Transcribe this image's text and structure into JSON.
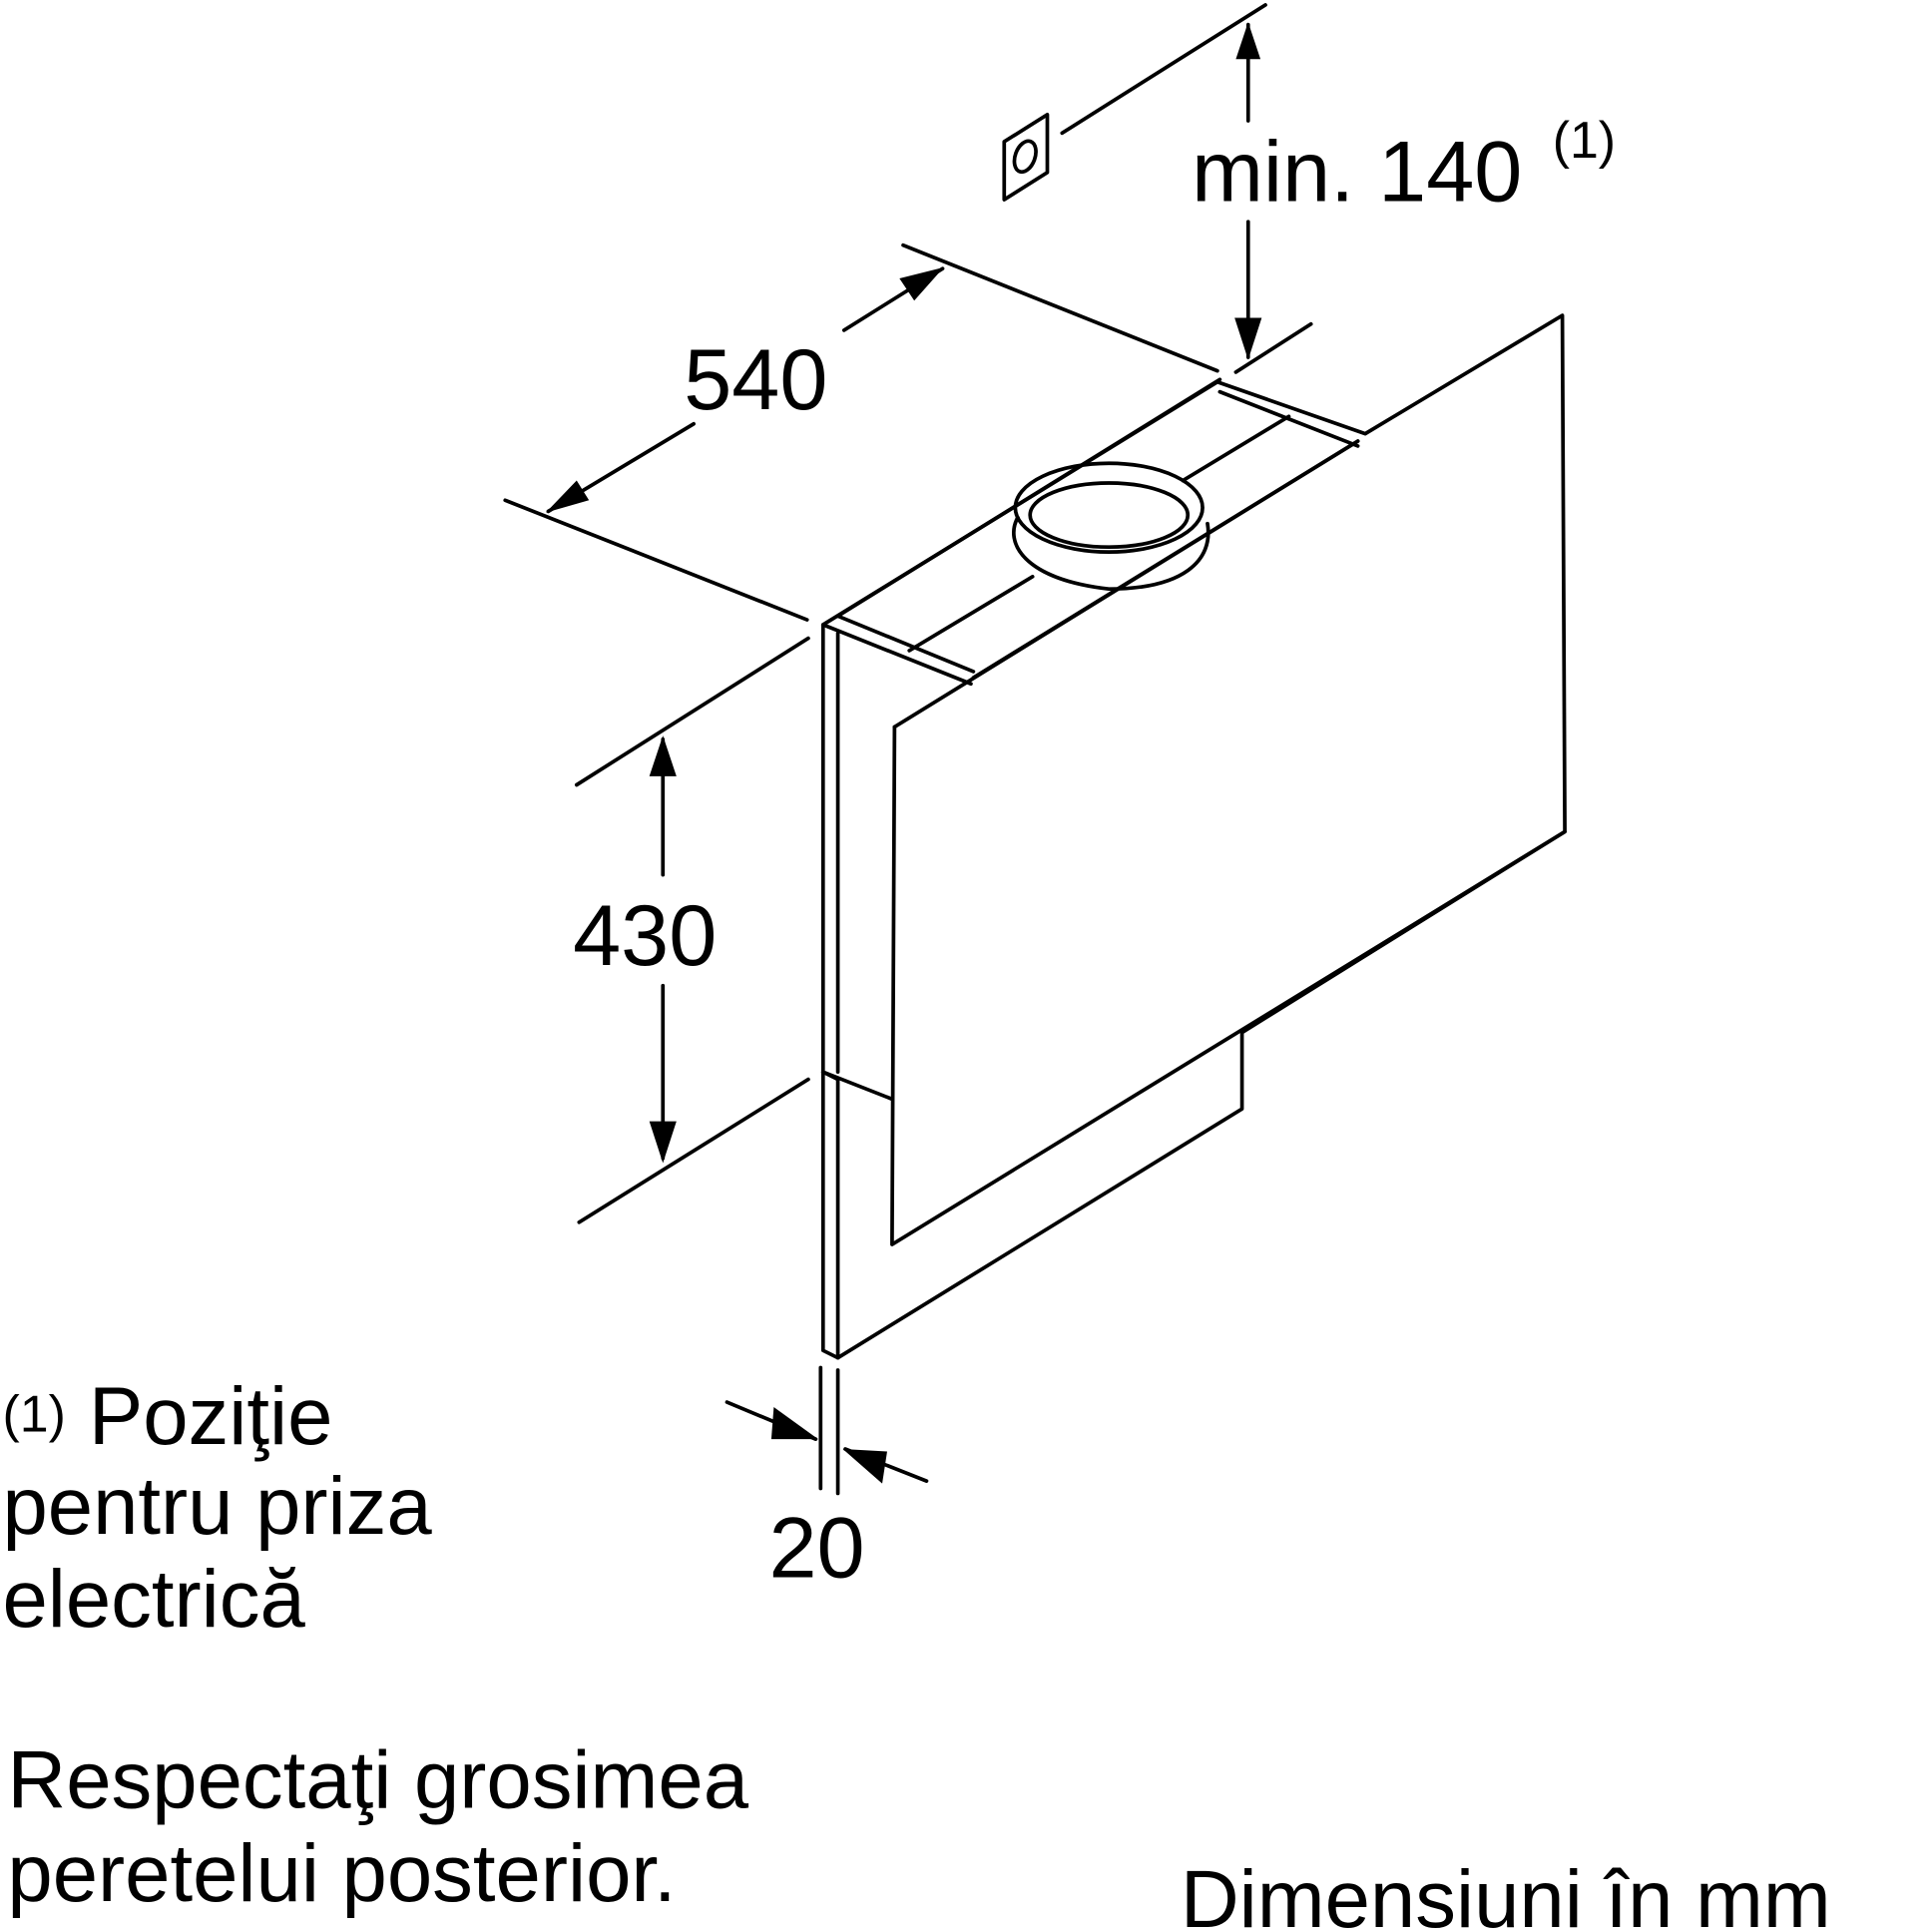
{
  "dimensions": {
    "width": "540",
    "height": "430",
    "min_label": "min. 140",
    "min_footnote": "(1)",
    "thickness": "20"
  },
  "footnote": {
    "marker": "(1)",
    "lines": [
      "Poziţie",
      "pentru priza",
      "electrică"
    ]
  },
  "note": {
    "lines": [
      "Respectaţi grosimea",
      "peretelui posterior."
    ]
  },
  "units_label": "Dimensiuni în mm",
  "colors": {
    "line": "#000000",
    "background": "#ffffff"
  }
}
